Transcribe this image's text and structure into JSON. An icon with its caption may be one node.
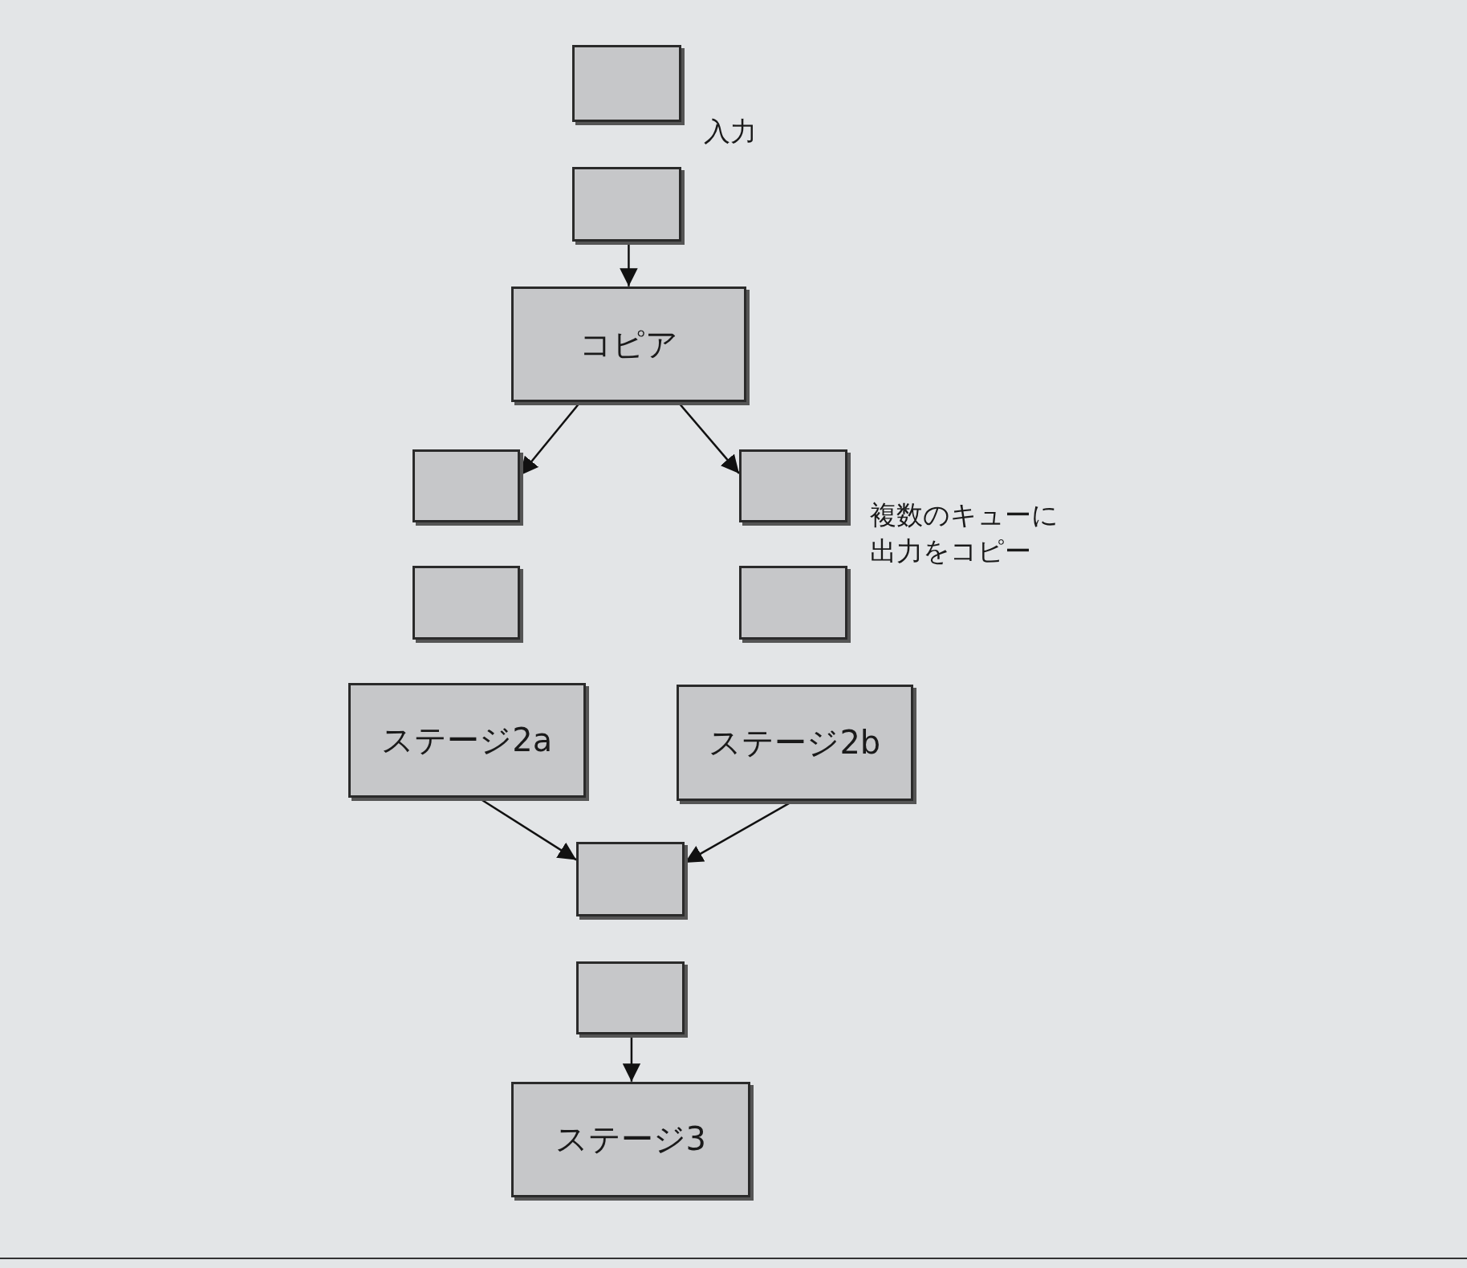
{
  "diagram": {
    "nodes": [
      {
        "text": [],
        "shape": "box"
      },
      {
        "text": [],
        "shape": "box"
      },
      {
        "text": [
          "コピア"
        ]
      },
      {
        "text": [],
        "shape": "box"
      },
      {
        "text": [],
        "shape": "box"
      },
      {
        "text": [],
        "shape": "box"
      },
      {
        "text": [],
        "shape": "box"
      },
      {
        "text": [
          "ステージ2a"
        ]
      },
      {
        "text": [
          "ステージ2b"
        ]
      },
      {
        "text": [],
        "shape": "box"
      },
      {
        "text": [],
        "shape": "box"
      },
      {
        "text": [
          "ステージ3"
        ]
      }
    ],
    "edges": [
      {
        "from": 1,
        "to": 2,
        "arrow": "to"
      },
      {
        "from": 2,
        "to": 3,
        "arrow": "to"
      },
      {
        "from": 2,
        "to": 4,
        "arrow": "to"
      },
      {
        "from": 7,
        "to": 9,
        "arrow": "to"
      },
      {
        "from": 8,
        "to": 9,
        "arrow": "to"
      },
      {
        "from": 10,
        "to": 11,
        "arrow": "to"
      }
    ],
    "labels": [
      "入力",
      "複数のキューに出力をコピー"
    ]
  }
}
